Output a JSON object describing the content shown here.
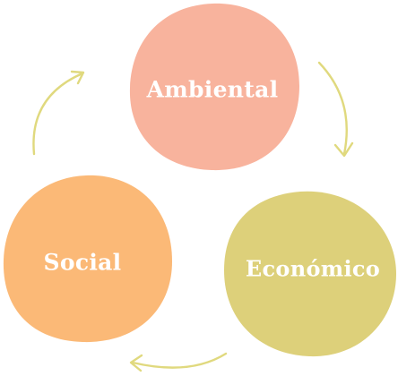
{
  "diagram": {
    "nodes": [
      {
        "id": "ambiental",
        "label": "Ambiental",
        "color": "#F8B39D"
      },
      {
        "id": "economico",
        "label": "Económico",
        "color": "#DDD07A"
      },
      {
        "id": "social",
        "label": "Social",
        "color": "#FBB977"
      }
    ],
    "arrow_color": "#E0D97E",
    "cycle_direction": "clockwise"
  }
}
